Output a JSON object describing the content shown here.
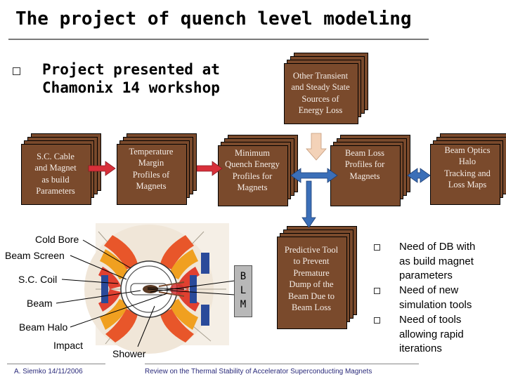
{
  "title": "The project of quench level modeling",
  "project_bullet": [
    "Project presented at",
    "Chamonix 14 workshop"
  ],
  "boxes": {
    "other_sources": [
      "Other Transient",
      "and Steady State",
      "Sources of",
      "Energy Loss"
    ],
    "sc_cable": [
      "S.C. Cable",
      "and Magnet",
      "as build",
      "Parameters"
    ],
    "temperature_margin": [
      "Temperature",
      "Margin",
      "Profiles of",
      "Magnets"
    ],
    "min_quench": [
      "Minimum",
      "Quench Energy",
      "Profiles for",
      "Magnets"
    ],
    "beam_loss": [
      "Beam Loss",
      "Profiles for",
      "Magnets"
    ],
    "beam_optics": [
      "Beam Optics",
      "Halo",
      "Tracking and",
      "Loss Maps"
    ],
    "predictive_tool": [
      "Predictive Tool",
      "to Prevent",
      "Premature",
      "Dump of the",
      "Beam Due to",
      "Beam Loss"
    ]
  },
  "diagram_labels": {
    "cold_bore": "Cold Bore",
    "beam_screen": "Beam Screen",
    "sc_coil": "S.C. Coil",
    "beam": "Beam",
    "beam_halo": "Beam Halo",
    "impact": "Impact",
    "shower": "Shower",
    "blm": [
      "B",
      "L",
      "M"
    ]
  },
  "notes": [
    [
      "Need of DB with",
      "as build magnet",
      "parameters"
    ],
    [
      "Need of new",
      "simulation tools"
    ],
    [
      "Need of tools",
      "allowing rapid",
      "iterations"
    ]
  ],
  "footer": {
    "author": "A. Siemko  14/11/2006",
    "talk": "Review on the Thermal Stability of Accelerator Superconducting Magnets"
  },
  "colors": {
    "box_brown": "#7a4a2c",
    "arrow_red": "#d8303a",
    "arrow_blue": "#3b6fb8",
    "arrow_peach": "#f3d2b8"
  }
}
